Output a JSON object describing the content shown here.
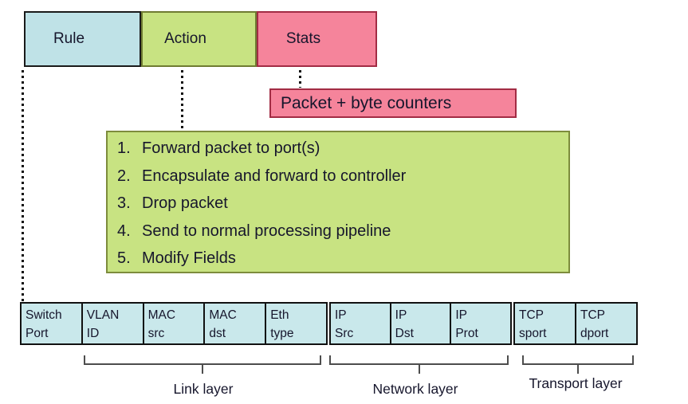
{
  "colors": {
    "background": "#ffffff",
    "field_blue": "#c9e8eb",
    "rule_blue": "#bfe2e7",
    "action_green": "#c8e382",
    "stats_pink": "#f5849b",
    "pink_border": "#a22c44",
    "green_border": "#7d8c3c",
    "black_border": "#111111",
    "brace_gray": "#4d4d4d",
    "text": "#16162c"
  },
  "top_boxes": [
    {
      "label": "Rule"
    },
    {
      "label": "Action"
    },
    {
      "label": "Stats"
    }
  ],
  "counters_box": {
    "label": "Packet + byte counters"
  },
  "action_list": {
    "items": [
      {
        "num": "1.",
        "text": "Forward packet to port(s)"
      },
      {
        "num": "2.",
        "text": "Encapsulate and forward to controller"
      },
      {
        "num": "3.",
        "text": "Drop packet"
      },
      {
        "num": "4.",
        "text": "Send to normal processing pipeline"
      },
      {
        "num": "5.",
        "text": "Modify Fields"
      }
    ]
  },
  "fields": [
    {
      "line1": "Switch",
      "line2": "Port"
    },
    {
      "line1": "VLAN",
      "line2": "ID"
    },
    {
      "line1": "MAC",
      "line2": "src"
    },
    {
      "line1": "MAC",
      "line2": "dst"
    },
    {
      "line1": "Eth",
      "line2": "type"
    },
    {
      "line1": "IP",
      "line2": "Src"
    },
    {
      "line1": "IP",
      "line2": "Dst"
    },
    {
      "line1": "IP",
      "line2": "Prot"
    },
    {
      "line1": "TCP",
      "line2": "sport"
    },
    {
      "line1": "TCP",
      "line2": "dport"
    }
  ],
  "layer_labels": [
    "Link layer",
    "Network layer",
    "Transport layer"
  ]
}
